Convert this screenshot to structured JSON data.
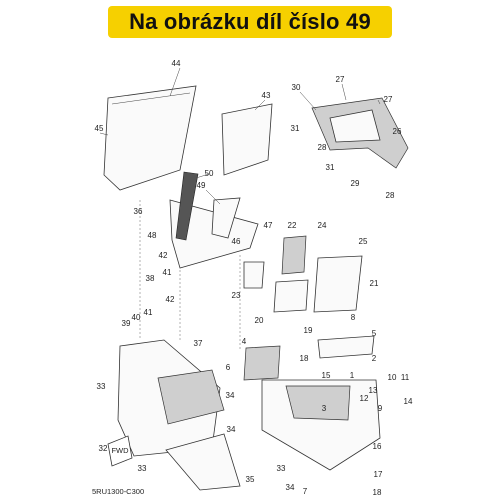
{
  "header": {
    "title": "Na obrázku díl číslo 49",
    "background_color": "#f6d000"
  },
  "callouts": [
    "44",
    "43",
    "45",
    "30",
    "27",
    "27",
    "31",
    "26",
    "28",
    "31",
    "29",
    "28",
    "50",
    "49",
    "36",
    "48",
    "47",
    "46",
    "22",
    "24",
    "25",
    "21",
    "23",
    "20",
    "19",
    "42",
    "38",
    "41",
    "42",
    "39",
    "40",
    "41",
    "37",
    "4",
    "8",
    "5",
    "2",
    "1",
    "18",
    "15",
    "10",
    "11",
    "6",
    "13",
    "12",
    "14",
    "9",
    "3",
    "16",
    "17",
    "7",
    "18",
    "33",
    "34",
    "32",
    "34",
    "35",
    "33",
    "34",
    "33"
  ],
  "diagram_code": "5RU1300-C300",
  "fwd_label": "FWD"
}
